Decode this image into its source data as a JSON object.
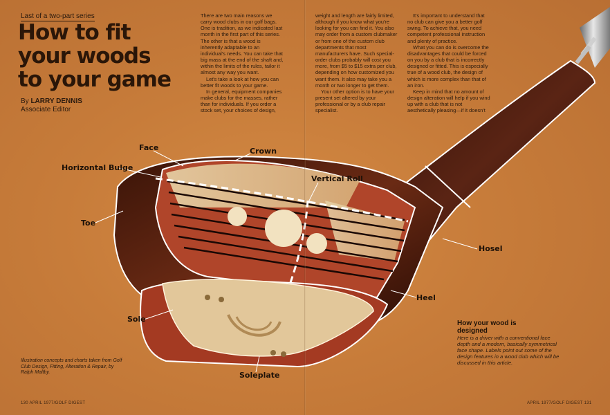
{
  "header": {
    "series": "Last of a two-part series",
    "title_lines": [
      "How to fit",
      "your woods",
      "to your game"
    ],
    "byline_prefix": "By ",
    "byline_name": "LARRY DENNIS",
    "byline_role": "Associate Editor"
  },
  "columns": [
    [
      "There are two main reasons we carry wood clubs in our golf bags. One is tradition, as we indicated last month in the first part of this series. The other is that a wood is inherently adaptable to an individual's needs. You can take that big mass at the end of the shaft and, within the limits of the rules, tailor it almost any way you want.",
      "Let's take a look at how you can better fit woods to your game.",
      "In general, equipment companies make clubs for the masses, rather than for individuals. If you order a stock set, your choices of design,"
    ],
    [
      "weight and length are fairly limited, although if you know what you're looking for you can find it. You also may order from a custom clubmaker or from one of the custom club departments that most manufacturers have. Such special-order clubs probably will cost you more, from $5 to $15 extra per club, depending on how customized you want them. It also may take you a month or two longer to get them.",
      "Your other option is to have your present set altered by your professional or by a club repair specialist."
    ],
    [
      "It's important to understand that no club can give you a better golf swing. To achieve that, you need competent professional instruction and plenty of practice.",
      "What you can do is overcome the disadvantages that could be forced on you by a club that is incorrectly designed or fitted. This is especially true of a wood club, the design of which is more complex than that of an iron.",
      "Keep in mind that no amount of design alteration will help if you wind up with a club that is not aesthetically pleasing—if it doesn't"
    ]
  ],
  "labels": {
    "face": "Face",
    "crown": "Crown",
    "horizontal_bulge": "Horizontal Bulge",
    "vertical_roll": "Vertical Roll",
    "toe": "Toe",
    "hosel": "Hosel",
    "heel": "Heel",
    "sole": "Sole",
    "soleplate": "Soleplate"
  },
  "caption": {
    "title": "How your wood is designed",
    "body": "Here is a driver with a conventional face depth and a modern, basically symmetrical face shape. Labels point out some of the design features in a wood club which will be discussed in this article."
  },
  "credit": "Illustration concepts and charts taken from Golf Club Design, Fitting, Alteration & Repair, by Ralph Maltby.",
  "footer": {
    "left": "130   APRIL 1977/GOLF DIGEST",
    "right": "APRIL 1977/GOLF DIGEST   131"
  },
  "colors": {
    "background": "#c9803f",
    "head_wood": "#5a2414",
    "face_insert": "#c4502e",
    "outline": "#ffffff"
  }
}
